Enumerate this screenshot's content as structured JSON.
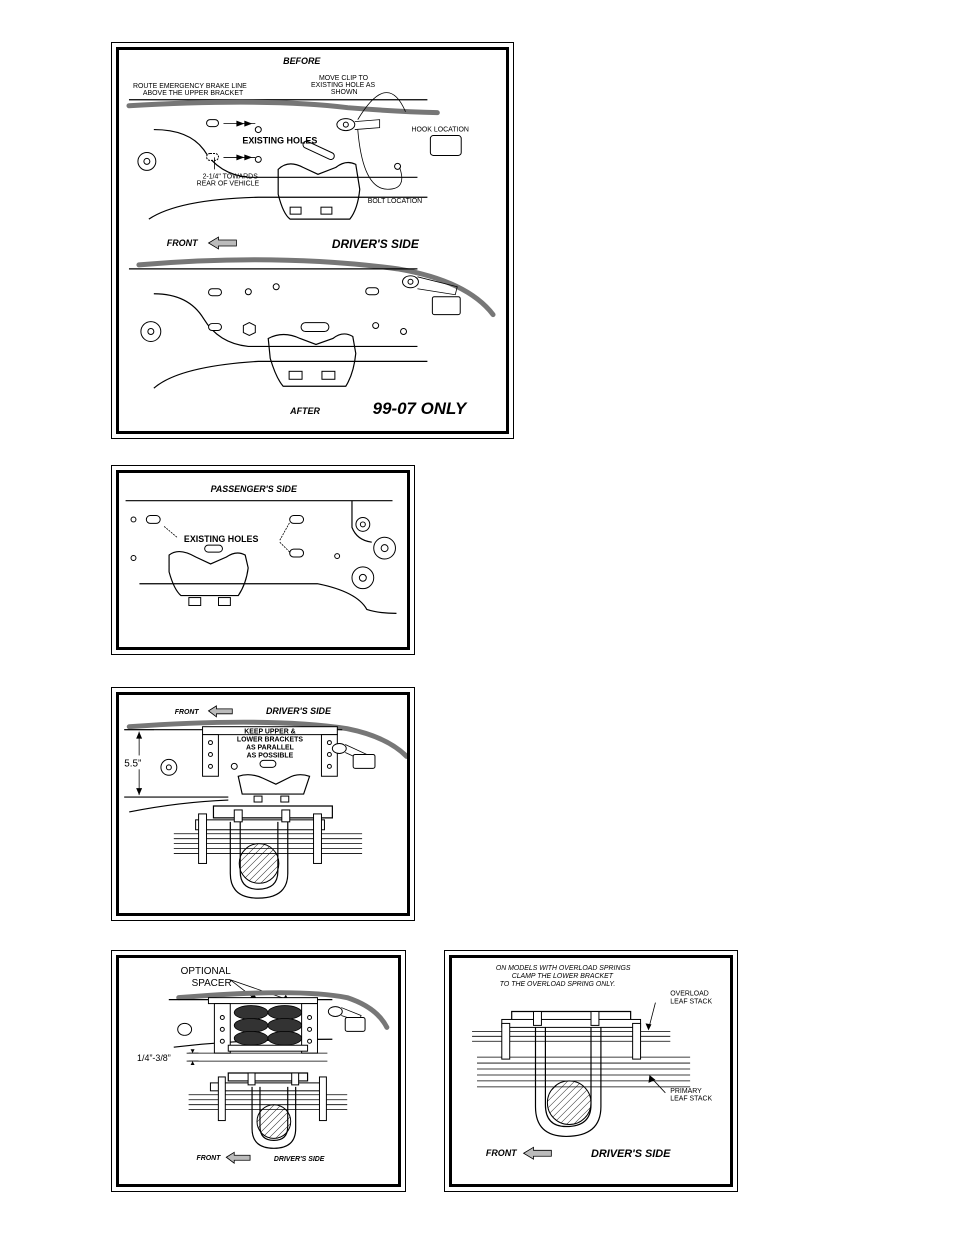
{
  "panel1": {
    "before_label": "BEFORE",
    "brake_line_note_1": "ROUTE EMERGENCY BRAKE LINE",
    "brake_line_note_2": "ABOVE THE UPPER BRACKET",
    "move_clip_1": "MOVE CLIP TO",
    "move_clip_2": "EXISTING HOLE AS",
    "move_clip_3": "SHOWN",
    "hook_location": "HOOK LOCATION",
    "existing_holes": "EXISTING HOLES",
    "towards_rear_1": "2-1/4\" TOWARDS",
    "towards_rear_2": "REAR OF VEHICLE",
    "bolt_location": "BOLT LOCATION",
    "front_label": "FRONT",
    "drivers_side": "DRIVER'S SIDE",
    "after_label": "AFTER",
    "model_years": "99-07 ONLY"
  },
  "panel2": {
    "passengers_side": "PASSENGER'S SIDE",
    "existing_holes": "EXISTING HOLES"
  },
  "panel3": {
    "front_label": "FRONT",
    "drivers_side": "DRIVER'S SIDE",
    "keep_1": "KEEP UPPER &",
    "keep_2": "LOWER BRACKETS",
    "keep_3": "AS PARALLEL",
    "keep_4": "AS POSSIBLE",
    "dimension": "5.5”"
  },
  "panel4": {
    "optional_1": "OPTIONAL",
    "optional_2": "SPACER",
    "gap": "1/4”-3/8”",
    "front_label": "FRONT",
    "drivers_side": "DRIVER'S SIDE"
  },
  "panel5": {
    "overload_note_1": "ON MODELS WITH OVERLOAD SPRINGS",
    "overload_note_2": "CLAMP THE LOWER BRACKET",
    "overload_note_3": "TO THE OVERLOAD SPRING ONLY.",
    "overload_stack_1": "OVERLOAD",
    "overload_stack_2": "LEAF STACK",
    "primary_stack_1": "PRIMARY",
    "primary_stack_2": "LEAF STACK",
    "front_label": "FRONT",
    "drivers_side": "DRIVER'S SIDE"
  }
}
